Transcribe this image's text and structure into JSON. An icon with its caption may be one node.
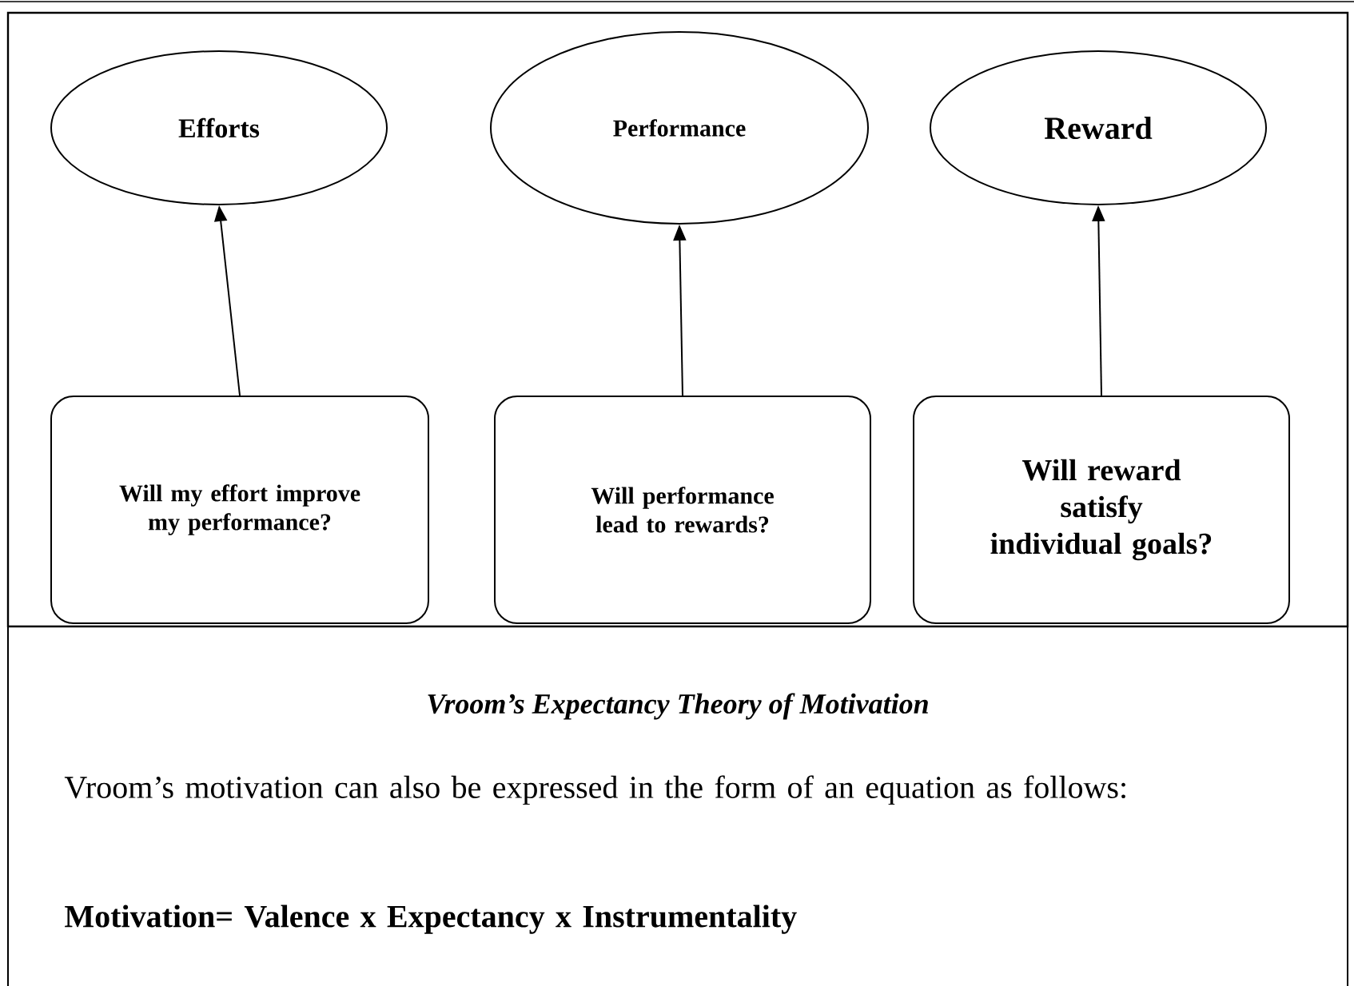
{
  "diagram": {
    "caption": "Vroom’s Expectancy Theory of Motivation",
    "nodes": [
      {
        "text": [
          "Efforts"
        ]
      },
      {
        "text": [
          "Performance"
        ]
      },
      {
        "text": [
          "Reward"
        ]
      },
      {
        "text": [
          "Will my effort improve my performance?"
        ]
      },
      {
        "text": [
          "Will performance lead to rewards?"
        ]
      },
      {
        "text": [
          "Will reward satisfy individual goals?"
        ]
      }
    ],
    "edges": [
      {
        "from": 3,
        "to": 0,
        "arrow": "to"
      },
      {
        "from": 4,
        "to": 1,
        "arrow": "to"
      },
      {
        "from": 5,
        "to": 2,
        "arrow": "to"
      }
    ],
    "labels": [
      "Vroom’s motivation can also be expressed in the form of an equation as follows:",
      "Motivation= Valence x Expectancy x Instrumentality"
    ]
  }
}
